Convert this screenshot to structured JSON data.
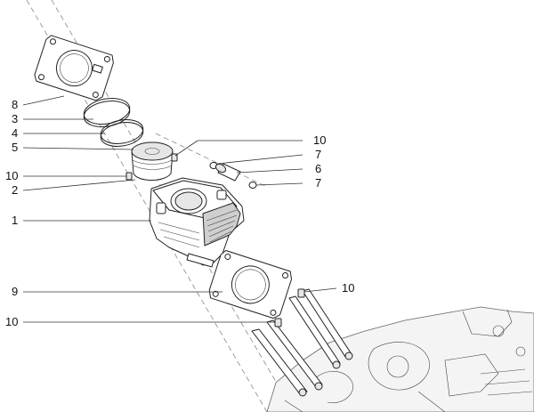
{
  "diagram": {
    "callouts": [
      {
        "id": "c8",
        "label": "8"
      },
      {
        "id": "c3",
        "label": "3"
      },
      {
        "id": "c4",
        "label": "4"
      },
      {
        "id": "c5",
        "label": "5"
      },
      {
        "id": "c10a",
        "label": "10"
      },
      {
        "id": "c2",
        "label": "2"
      },
      {
        "id": "c1",
        "label": "1"
      },
      {
        "id": "c10b",
        "label": "10"
      },
      {
        "id": "c7a",
        "label": "7"
      },
      {
        "id": "c6",
        "label": "6"
      },
      {
        "id": "c7b",
        "label": "7"
      },
      {
        "id": "c9",
        "label": "9"
      },
      {
        "id": "c10c",
        "label": "10"
      },
      {
        "id": "c10d",
        "label": "10"
      }
    ]
  }
}
